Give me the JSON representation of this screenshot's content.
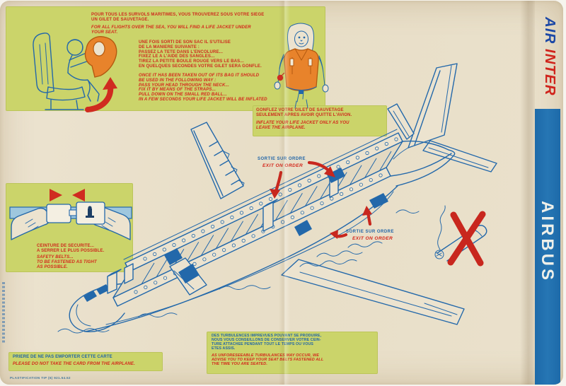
{
  "colors": {
    "paper": "#e9e0cb",
    "panel_green": "#cbd46a",
    "ink_blue": "#2368aa",
    "ink_red": "#c8271e",
    "label_blue": "#1f64a8",
    "jacket_orange": "#e8832b",
    "strip_blue": "#1d6aa9",
    "logo_air_blue": "#1c48a6",
    "logo_inter_red": "#d0241c"
  },
  "brand": {
    "air": "AIR",
    "inter": "INTER",
    "aircraft_banner": "AIRBUS"
  },
  "sections": {
    "life_jacket_location": {
      "fr": "POUR TOUS LES SURVOLS MARITIMES, VOUS TROUVEREZ SOUS VOTRE SIEGE\nUN GILET DE SAUVETAGE.",
      "en": "FOR ALL FLIGHTS OVER THE SEA, YOU WILL FIND A LIFE JACKET UNDER\nYOUR SEAT."
    },
    "life_jacket_usage": {
      "fr": "UNE FOIS SORTI DE SON SAC IL S'UTILISE\nDE LA MANIERE SUIVANTE :\nPASSEZ LA TETE DANS L'ENCOLURE...\nFIXEZ LE A L'AIDE DES SANGLES...\nTIREZ LA PETITE BOULE ROUGE VERS LE BAS...\nEN QUELQUES SECONDES VOTRE GILET SERA GONFLE.",
      "en": "ONCE IT HAS BEEN TAKEN OUT OF ITS BAG IT SHOULD\nBE USED IN THE FOLLOWING WAY :\nPASS YOUR HEAD THROUGH THE NECK...\nFIX IT BY MEANS OF THE STRAPS...\nPULL DOWN ON THE SMALL RED BALL...\nIN A FEW SECONDS YOUR LIFE JACKET WILL BE INFLATED"
    },
    "inflate_notice": {
      "fr": "GONFLEZ VOTRE GILET DE SAUVETAGE\nSEULEMENT APRES AVOIR QUITTE L'AVION.",
      "en": "INFLATE YOUR LIFE JACKET ONLY AS YOU\nLEAVE THE AIRPLANE."
    },
    "exit_front": {
      "fr": "SORTIE SUR ORDRE",
      "en": "EXIT ON ORDER"
    },
    "exit_rear": {
      "fr": "SORTIE SUR ORDRE",
      "en": "EXIT ON ORDER"
    },
    "seat_belts": {
      "fr": "CEINTURE DE SECURITE...\nA SERRER LE PLUS POSSIBLE.",
      "en": "SAFETY BELTS...\nTO BE FASTENED AS TIGHT\nAS POSSIBLE."
    },
    "keep_card": {
      "fr": "PRIERE DE NE PAS EMPORTER CETTE CARTE",
      "en": "PLEASE DO NOT TAKE THE CARD FROM THE AIRPLANE."
    },
    "turbulence": {
      "fr": "DES TURBULENCES IMPREVUES POUVANT SE PRODUIRE,\nNOUS VOUS CONSEILLONS DE CONSERVER VOTRE CEIN-\nTURE ATTACHEE PENDANT TOUT LE TEMPS OU VOUS\nETES ASSIS.",
      "en": "AS UNFORESEEABLE TURBULANCES MAY OCCUR, WE\nADVISE YOU TO KEEP YOUR SEAT BELTS FASTENED ALL\nTHE TIME YOU ARE SEATED."
    }
  },
  "footer": {
    "print_ref": "PLASTIFICATION TIP (6) 921.54.52"
  },
  "illustrations": {
    "seated_passenger": "passenger-retrieving-life-jacket-from-under-seat",
    "standing_passenger": "passenger-wearing-inflatable-life-jacket",
    "seat_belt": "hands-fastening-seat-belt-buckle",
    "aircraft": "airbus-cutaway-ditching-diagram",
    "no_smoking": "red-cross-over-cigarette"
  }
}
